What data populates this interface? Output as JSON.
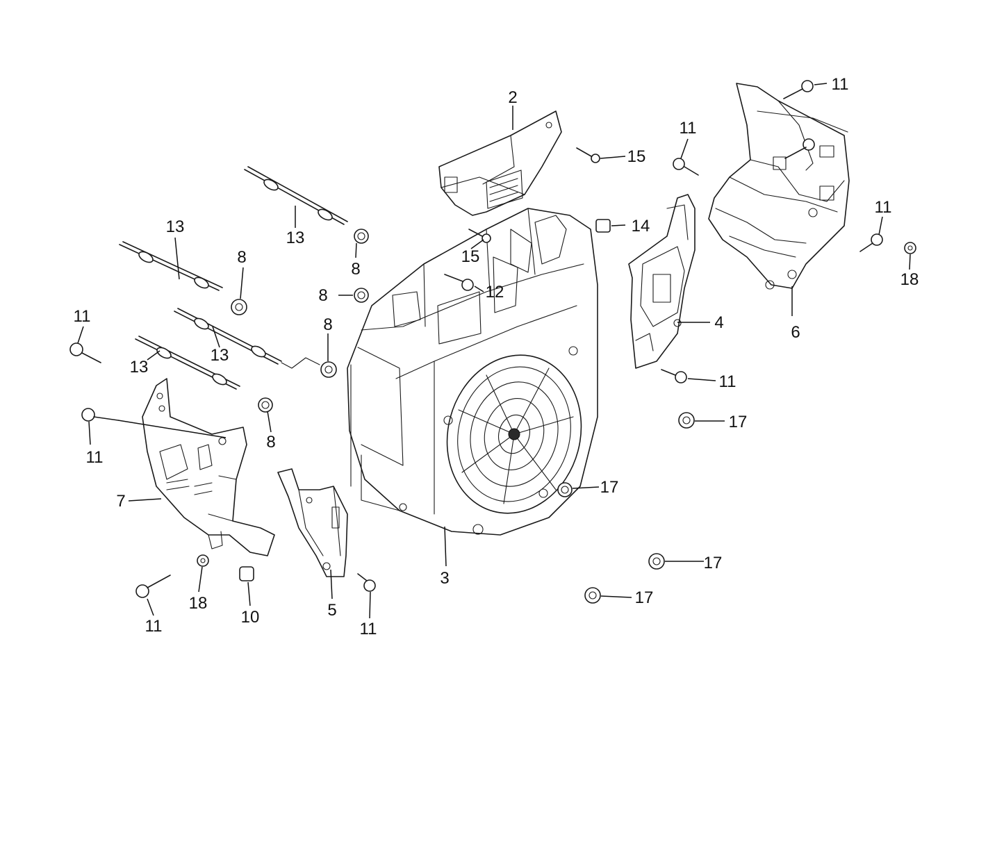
{
  "callouts": [
    "2",
    "3",
    "4",
    "5",
    "6",
    "7",
    "8",
    "10",
    "11",
    "12",
    "13",
    "14",
    "15",
    "17",
    "18"
  ]
}
